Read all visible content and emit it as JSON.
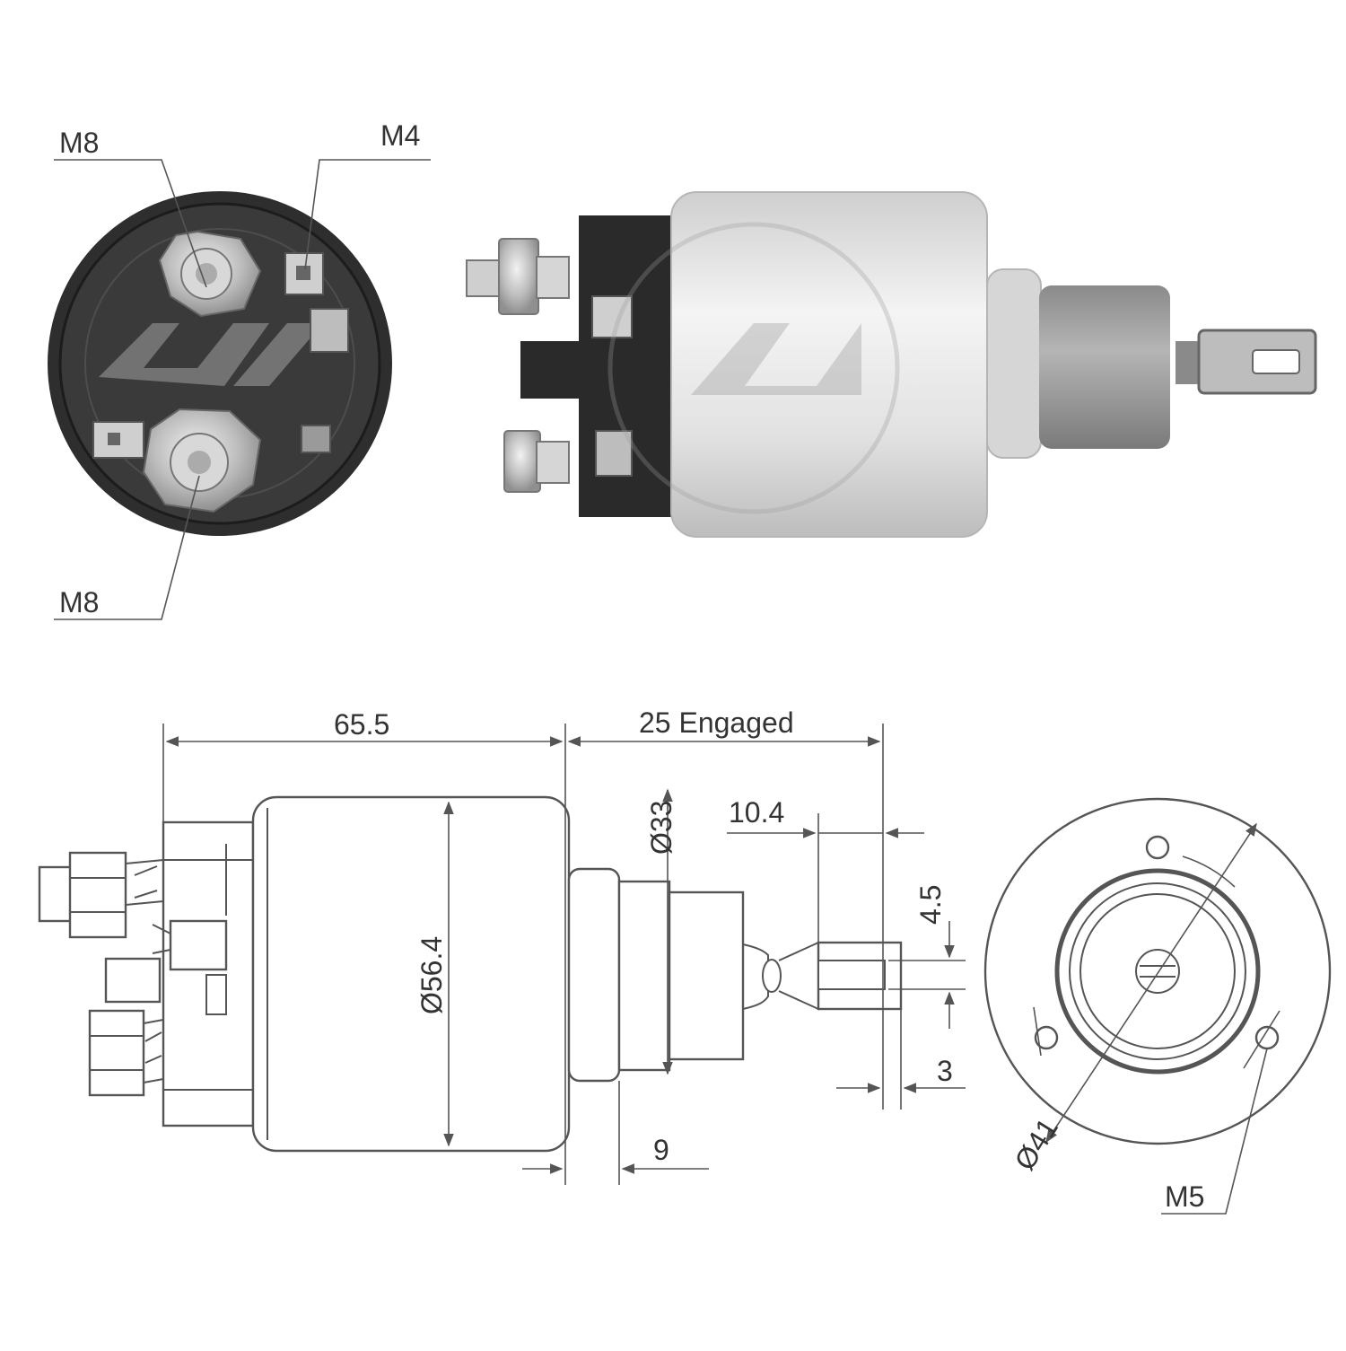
{
  "diagram": {
    "end_view_labels": {
      "top_left_terminal": "M8",
      "top_right_terminal": "M4",
      "bottom_terminal": "M8"
    },
    "dimensions": {
      "body_length": "65.5",
      "plunger_travel": "25 Engaged",
      "nose_diameter": "Ø33",
      "body_diameter": "Ø56.4",
      "slot_length": "10.4",
      "slot_width": "4.5",
      "tab_thickness": "3",
      "flange_depth": "9",
      "bolt_circle": "Ø41",
      "mount_thread": "M5"
    },
    "colors": {
      "line": "#555555",
      "cap_dark": "#2a2a2a",
      "metal_light": "#e6e6e6",
      "metal_mid": "#c4c4c4",
      "plunger": "#9a9a9a"
    },
    "icons": [
      "hex-nut-icon",
      "watermark-logo-icon"
    ]
  }
}
